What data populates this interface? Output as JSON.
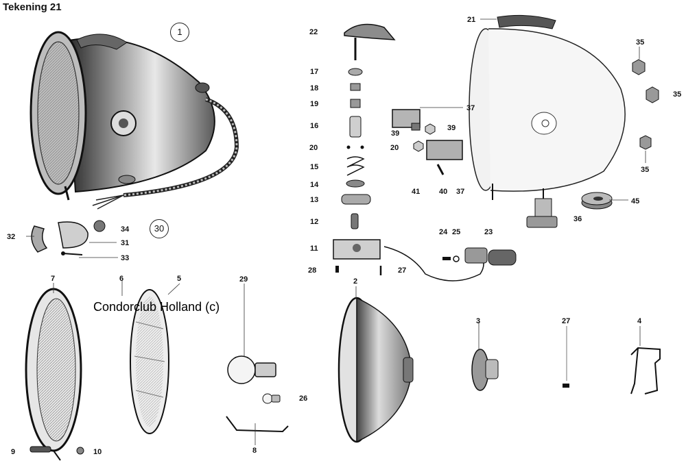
{
  "title": "Tekening 21",
  "watermark": "Condorclub Holland (c)",
  "colors": {
    "ink": "#111111",
    "paper": "#ffffff",
    "shade": "#8a8a8a",
    "light": "#d4d4d4"
  },
  "callouts": {
    "c1": "1",
    "c30": "30",
    "c32": "32",
    "c34": "34",
    "c31": "31",
    "c33": "33",
    "c7": "7",
    "c6": "6",
    "c5": "5",
    "c9": "9",
    "c10": "10",
    "c29": "29",
    "c26": "26",
    "c8": "8",
    "c22": "22",
    "c17": "17",
    "c18": "18",
    "c19": "19",
    "c16": "16",
    "c20a": "20",
    "c15": "15",
    "c14": "14",
    "c13": "13",
    "c12": "12",
    "c11": "11",
    "c28": "28",
    "c27a": "27",
    "c37a": "37",
    "c39a": "39",
    "c39b": "39",
    "c20b": "20",
    "c41": "41",
    "c40": "40",
    "c37b": "37",
    "c24": "24",
    "c25": "25",
    "c23": "23",
    "c21": "21",
    "c35a": "35",
    "c35b": "35",
    "c35c": "35",
    "c36": "36",
    "c45": "45",
    "c2": "2",
    "c3": "3",
    "c27b": "27",
    "c4": "4"
  }
}
